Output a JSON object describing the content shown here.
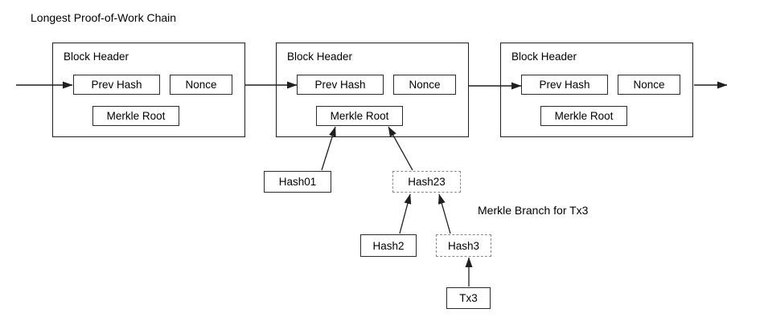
{
  "title": "Longest Proof-of-Work Chain",
  "blocks": [
    {
      "header": "Block Header",
      "prev_hash": "Prev Hash",
      "nonce": "Nonce",
      "merkle_root": "Merkle Root"
    },
    {
      "header": "Block Header",
      "prev_hash": "Prev Hash",
      "nonce": "Nonce",
      "merkle_root": "Merkle Root"
    },
    {
      "header": "Block Header",
      "prev_hash": "Prev Hash",
      "nonce": "Nonce",
      "merkle_root": "Merkle Root"
    }
  ],
  "merkle": {
    "branch_label": "Merkle Branch for Tx3",
    "hash01": "Hash01",
    "hash23": "Hash23",
    "hash2": "Hash2",
    "hash3": "Hash3",
    "tx3": "Tx3"
  },
  "colors": {
    "background": "#ffffff",
    "line": "#1f1f1f",
    "solid_border": "#2a2a2a",
    "dashed_border": "#8a8a8a",
    "text": "#000000"
  }
}
